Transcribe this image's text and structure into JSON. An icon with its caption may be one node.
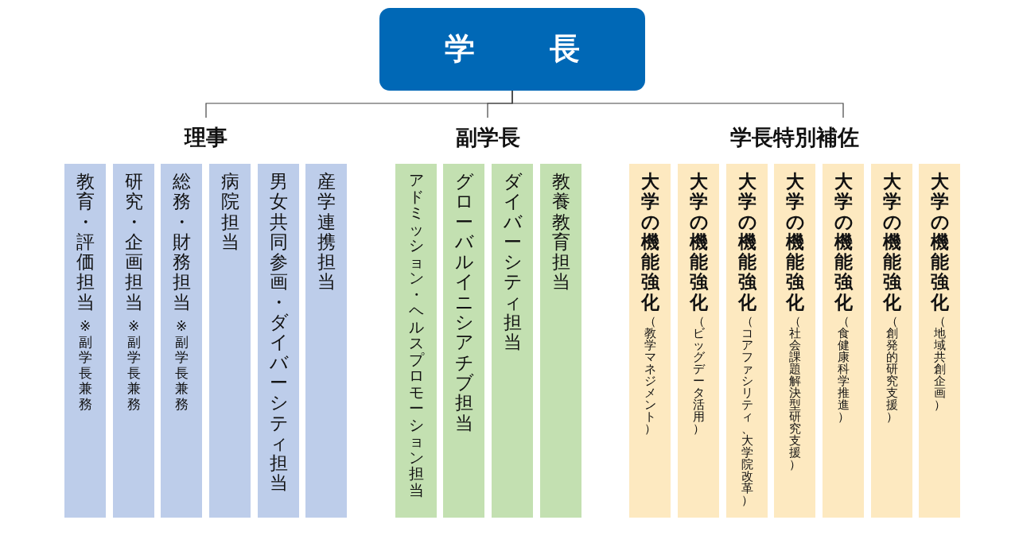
{
  "diagram": {
    "nodes": [
      {
        "text": [
          "学　長"
        ]
      },
      {
        "text": [
          "理事"
        ]
      },
      {
        "text": [
          "副学長"
        ]
      },
      {
        "text": [
          "学長特別補佐"
        ]
      },
      {
        "text": [
          "教育・評価担当",
          "※副学長兼務"
        ]
      },
      {
        "text": [
          "研究・企画担当",
          "※副学長兼務"
        ]
      },
      {
        "text": [
          "総務・財務担当",
          "※副学長兼務"
        ]
      },
      {
        "text": [
          "病院担当"
        ]
      },
      {
        "text": [
          "男女共同参画・ダイバーシティ担当"
        ]
      },
      {
        "text": [
          "産学連携担当"
        ]
      },
      {
        "text": [
          "アドミッション・ヘルスプロモーション担当"
        ]
      },
      {
        "text": [
          "グローバルイニシアチブ担当"
        ]
      },
      {
        "text": [
          "ダイバーシティ担当"
        ]
      },
      {
        "text": [
          "教養教育担当"
        ]
      },
      {
        "text": [
          "大学の機能強化",
          "（教学マネジメント）"
        ]
      },
      {
        "text": [
          "大学の機能強化",
          "（ビッグデータ活用）"
        ]
      },
      {
        "text": [
          "大学の機能強化",
          "（コアファシリティ、大学院改革）"
        ]
      },
      {
        "text": [
          "大学の機能強化",
          "（社会課題解決型研究支援）"
        ]
      },
      {
        "text": [
          "大学の機能強化",
          "（食健康科学推進）"
        ]
      },
      {
        "text": [
          "大学の機能強化",
          "（創発的研究支援）"
        ]
      },
      {
        "text": [
          "大学の機能強化",
          "（地域共創企画）"
        ]
      }
    ],
    "edges": [
      {
        "from": 0,
        "to": 1,
        "arrow": "none"
      },
      {
        "from": 0,
        "to": 2,
        "arrow": "none"
      },
      {
        "from": 0,
        "to": 3,
        "arrow": "none"
      }
    ]
  }
}
